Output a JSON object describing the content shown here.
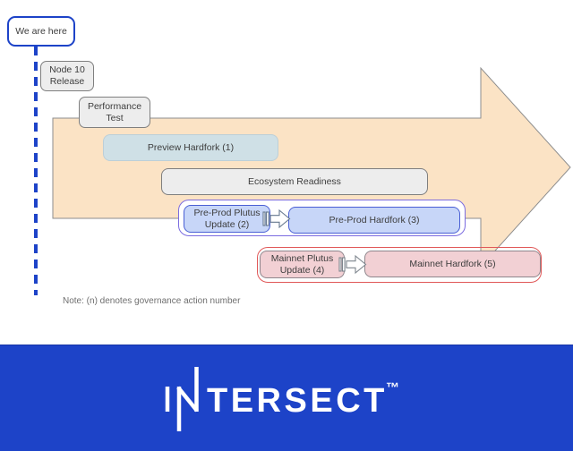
{
  "colors": {
    "brand_blue": "#1d43c8",
    "big_arrow_fill": "#fbe3c5",
    "big_arrow_border": "#8e8e8e",
    "gray_box_fill": "#ededed",
    "preview_box_fill": "#cfe0e6",
    "preprod_box_fill": "#c7d6f8",
    "preprod_box_border": "#4a5fd4",
    "preprod_group_border": "#7b6ce0",
    "mainnet_box_fill": "#f2d0d4",
    "mainnet_group_border": "#e05858",
    "note_text": "#6f6f6f"
  },
  "marker": {
    "label": "We are here"
  },
  "milestones": {
    "node10": "Node 10\nRelease",
    "performance": "Performance\nTest",
    "preview": "Preview Hardfork (1)",
    "ecosystem": "Ecosystem Readiness",
    "preprod_update": "Pre-Prod Plutus\nUpdate (2)",
    "preprod_hardfork": "Pre-Prod Hardfork (3)",
    "mainnet_update": "Mainnet Plutus\nUpdate (4)",
    "mainnet_hardfork": "Mainnet Hardfork (5)"
  },
  "note": "Note: (n) denotes governance action number",
  "footer": {
    "brand": "INTERSECT",
    "brand_rest": "TERSECT",
    "trademark": "™"
  }
}
